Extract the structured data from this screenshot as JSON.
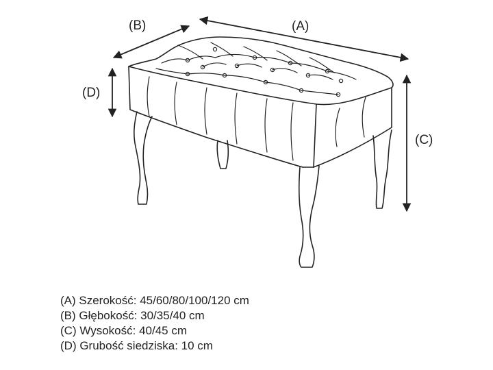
{
  "dimension_labels": {
    "a": "(A)",
    "b": "(B)",
    "c": "(C)",
    "d": "(D)"
  },
  "legend": [
    "(A) Szerokość: 45/60/80/100/120 cm",
    "(B) Głębokość: 30/35/40 cm",
    "(C) Wysokość: 40/45 cm",
    "(D) Grubość siedziska: 10 cm"
  ],
  "colors": {
    "line": "#222222",
    "background": "#ffffff"
  }
}
